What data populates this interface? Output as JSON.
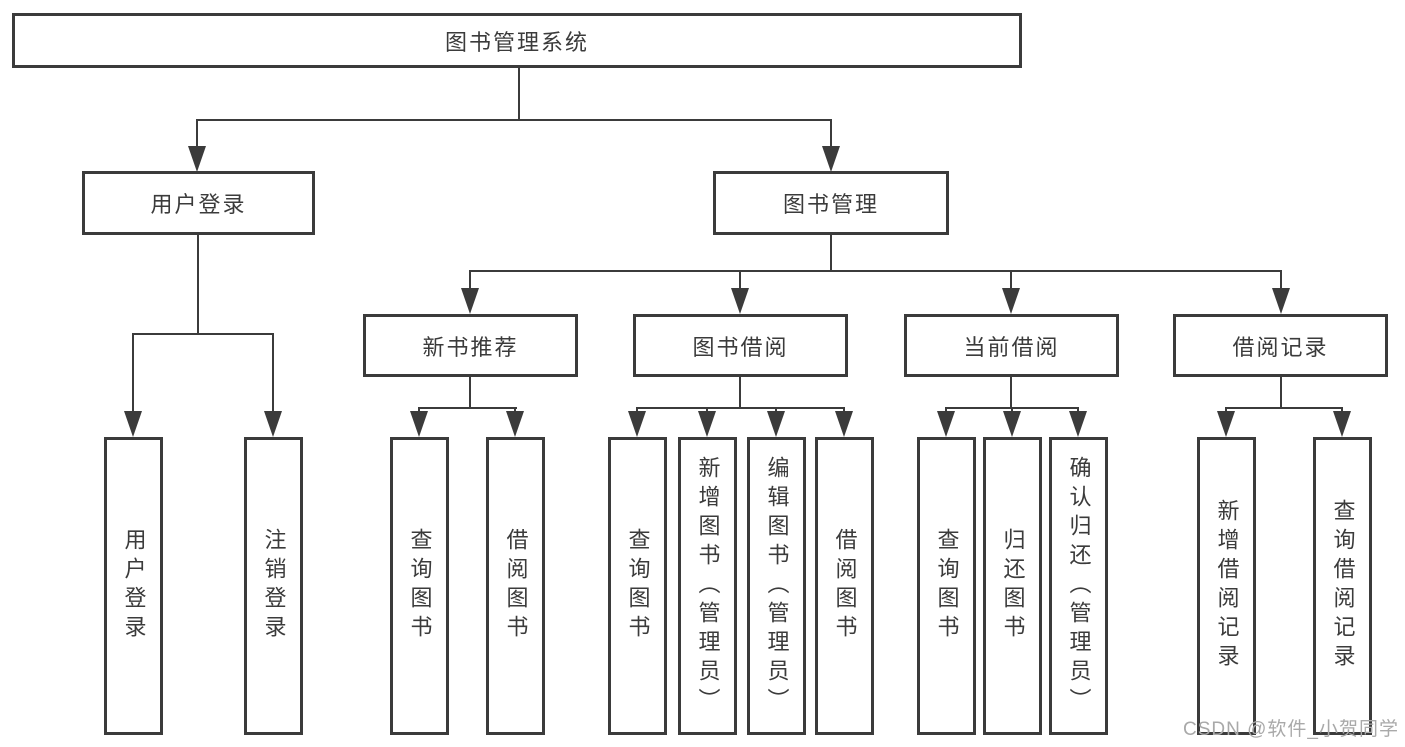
{
  "tree": {
    "root": {
      "label": "图书管理系统",
      "children": [
        {
          "label": "用户登录",
          "children": [
            {
              "label": "用户登录"
            },
            {
              "label": "注销登录"
            }
          ]
        },
        {
          "label": "图书管理",
          "children": [
            {
              "label": "新书推荐",
              "children": [
                {
                  "label": "查询图书"
                },
                {
                  "label": "借阅图书"
                }
              ]
            },
            {
              "label": "图书借阅",
              "children": [
                {
                  "label": "查询图书"
                },
                {
                  "label": "新增图书（管理员）"
                },
                {
                  "label": "编辑图书（管理员）"
                },
                {
                  "label": "借阅图书"
                }
              ]
            },
            {
              "label": "当前借阅",
              "children": [
                {
                  "label": "查询图书"
                },
                {
                  "label": "归还图书"
                },
                {
                  "label": "确认归还（管理员）"
                }
              ]
            },
            {
              "label": "借阅记录",
              "children": [
                {
                  "label": "新增借阅记录"
                },
                {
                  "label": "查询借阅记录"
                }
              ]
            }
          ]
        }
      ]
    }
  },
  "watermark": {
    "text": "CSDN @软件_小贺同学"
  },
  "colors": {
    "line": "#3b3b3b",
    "text": "#3b3b3b",
    "bg": "#ffffff",
    "watermark": "#a9a9a9"
  }
}
